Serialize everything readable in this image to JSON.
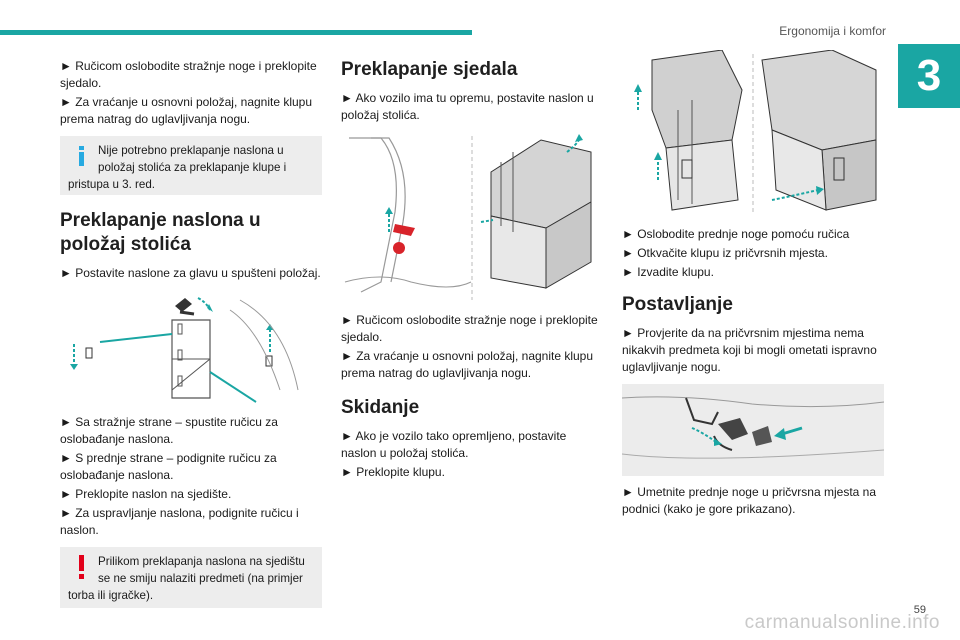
{
  "header": {
    "chapter_title": "Ergonomija i komfor",
    "chapter_number": "3",
    "accent_color": "#1aa6a3"
  },
  "footer": {
    "page_number": "59",
    "watermark": "carmanualsonline.info"
  },
  "col1": {
    "intro_step1": "► Ručicom oslobodite stražnje noge i preklopite sjedalo.",
    "intro_step2": "► Za vraćanje u osnovni položaj, nagnite klupu prema natrag do uglavljivanja nogu.",
    "info_note": "Nije potrebno preklapanje naslona u položaj stolića za preklapanje klupe i pristupa u 3. red.",
    "section_title": "Preklapanje naslona u položaj stolića",
    "section_step1": "► Postavite naslone za glavu u spušteni položaj.",
    "figure_name": "backrest-table-illustration",
    "after_step1": "► Sa stražnje strane – spustite ručicu za oslobađanje naslona.",
    "after_step2": "► S prednje strane – podignite ručicu za oslobađanje naslona.",
    "after_step3": "► Preklopite naslon na sjedište.",
    "after_step4": "► Za uspravljanje naslona, podignite ručicu i naslon.",
    "warning_note": "Prilikom preklapanja naslona na sjedištu se ne smiju nalaziti predmeti (na primjer torba ili igračke)."
  },
  "col2": {
    "title": "Preklapanje sjedala",
    "step1": "► Ako vozilo ima tu opremu, postavite naslon u položaj stolića.",
    "after_step1": "► Ručicom oslobodite stražnje noge i preklopite sjedalo.",
    "after_step2": "► Za vraćanje u osnovni položaj, nagnite klupu prema natrag do uglavljivanja nogu.",
    "removal_title": "Skidanje",
    "removal_step1": "► Ako je vozilo tako opremljeno, postavite naslon u položaj stolića.",
    "removal_step2": "► Preklopite klupu."
  },
  "col3": {
    "step1": "► Oslobodite prednje noge pomoću ručica",
    "step2": "► Otkvačite klupu iz pričvrsnih mjesta.",
    "step3": "► Izvadite klupu.",
    "install_title": "Postavljanje",
    "install_step1": "► Provjerite da na pričvrsnim mjestima nema nikakvih predmeta koji bi mogli ometati ispravno uglavljivanje nogu.",
    "install_step2": "► Umetnite prednje noge u pričvrsna mjesta na podnici (kako je gore prikazano)."
  },
  "colors": {
    "note_background": "#ededed",
    "info_icon": "#27aae1",
    "warning_icon": "#e2001a",
    "red_handle": "#d8232a"
  }
}
